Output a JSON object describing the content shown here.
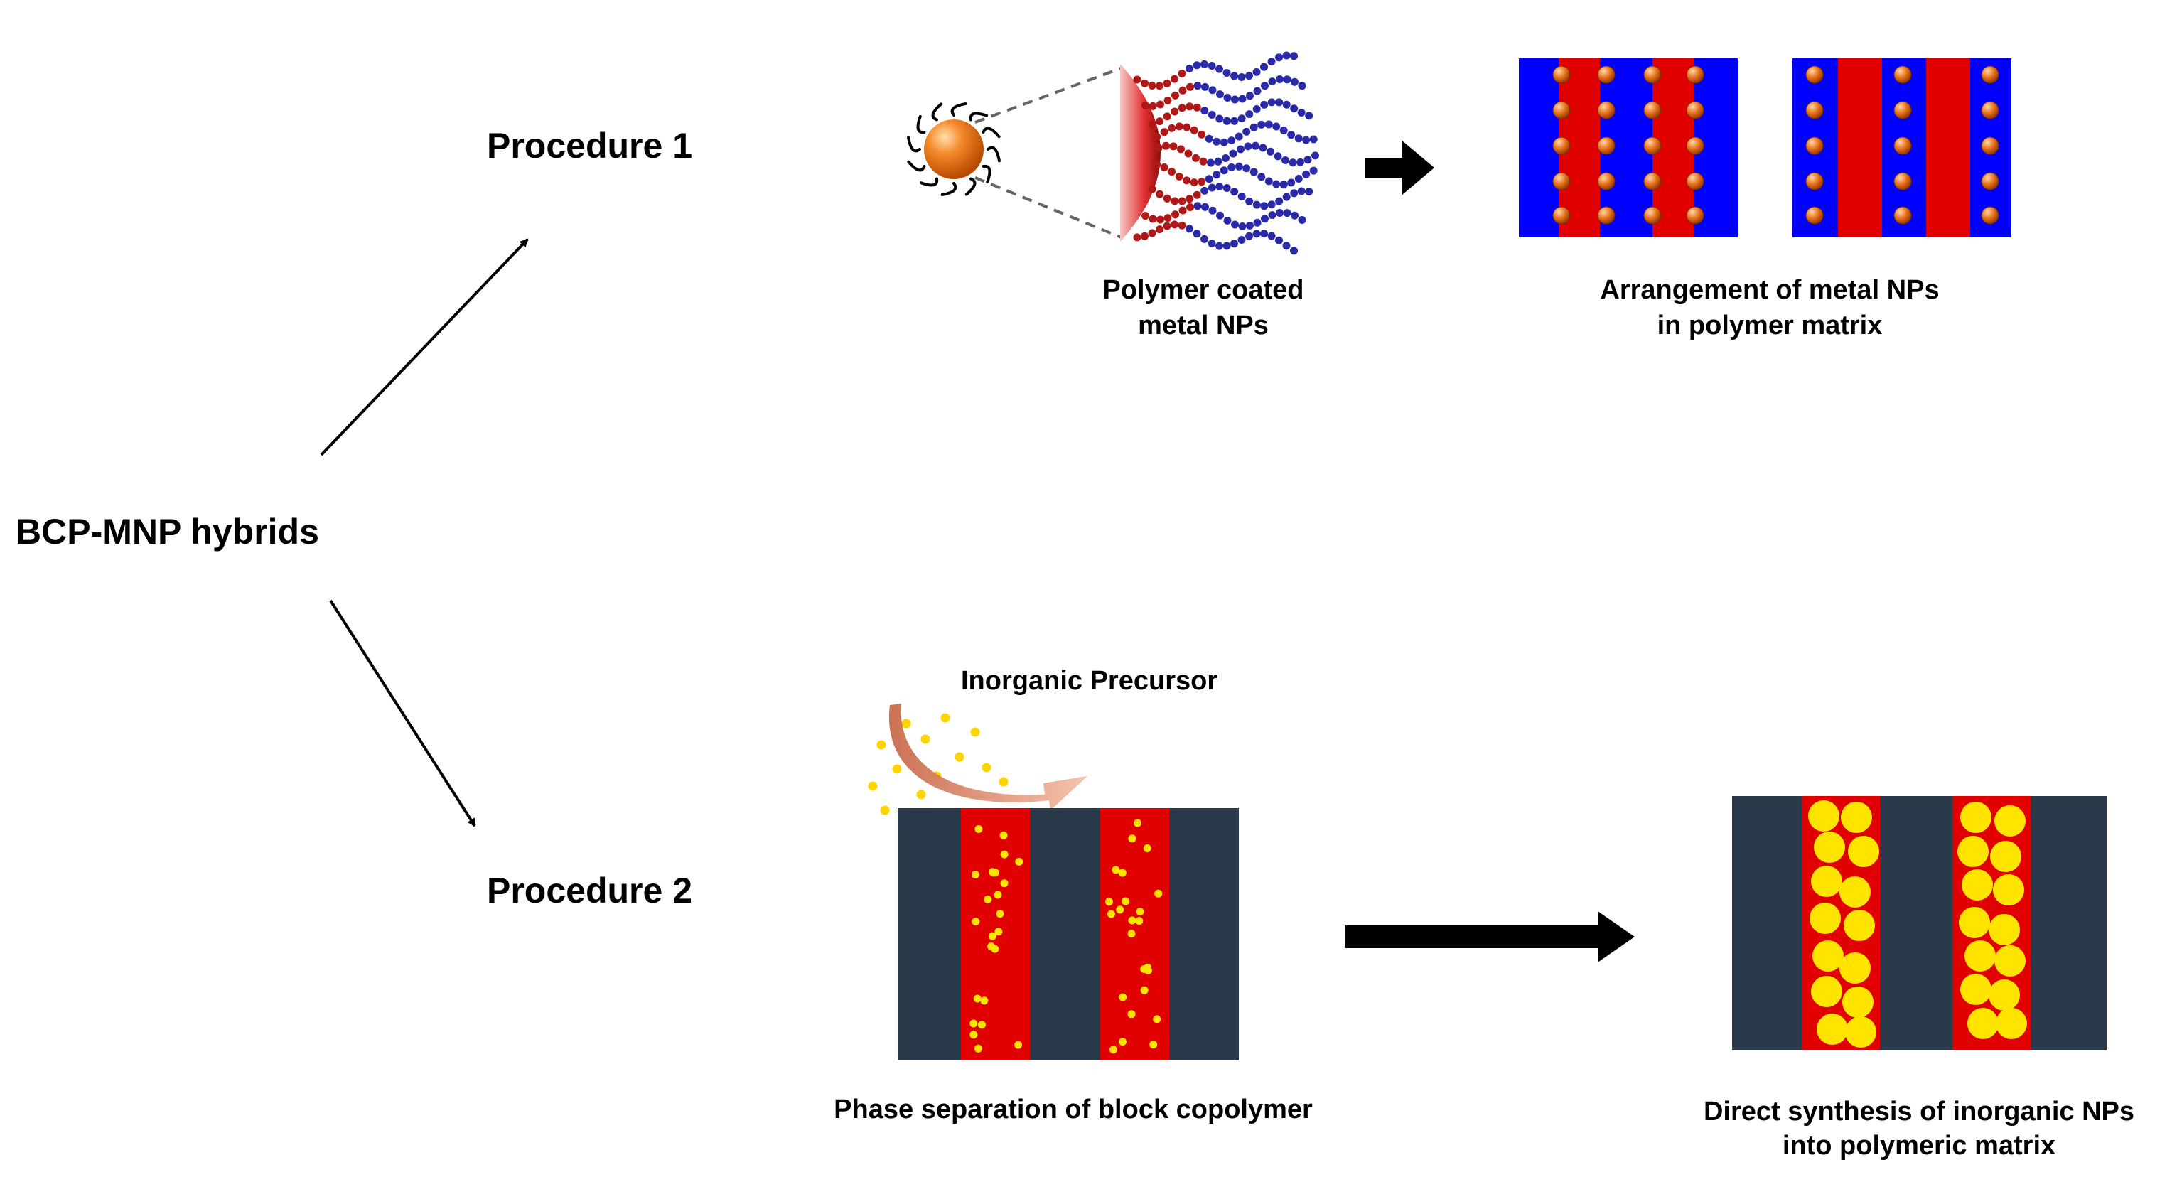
{
  "labels": {
    "root": "BCP-MNP hybrids",
    "procedure1": "Procedure 1",
    "procedure2": "Procedure 2",
    "coated_line1": "Polymer coated",
    "coated_line2": "metal NPs",
    "arrangement_line1": "Arrangement of metal NPs",
    "arrangement_line2": "in polymer matrix",
    "precursor": "Inorganic Precursor",
    "phase_sep": "Phase separation of block copolymer",
    "direct_line1": "Direct synthesis of inorganic NPs",
    "direct_line2": "into polymeric matrix"
  },
  "colors": {
    "blue_block": "#0000ff",
    "red_block": "#e00000",
    "dark_block": "#2b3a4b",
    "nanoparticle_orange": "#f07a1a",
    "precursor_yellow": "#ffe400",
    "chain_blue": "#2a2aa8",
    "chain_red": "#b01818"
  }
}
